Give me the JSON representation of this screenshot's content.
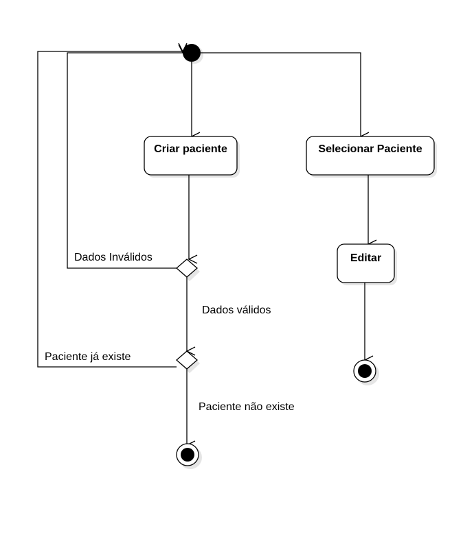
{
  "nodes": {
    "criar_paciente": "Criar paciente",
    "selecionar_paciente": "Selecionar Paciente",
    "editar": "Editar"
  },
  "edge_labels": {
    "dados_invalidos": "Dados Inválidos",
    "dados_validos": "Dados válidos",
    "paciente_ja_existe": "Paciente já existe",
    "paciente_nao_existe": "Paciente não existe"
  },
  "colors": {
    "line": "#000000",
    "fill": "#ffffff",
    "shadow": "#cfcfcf"
  }
}
